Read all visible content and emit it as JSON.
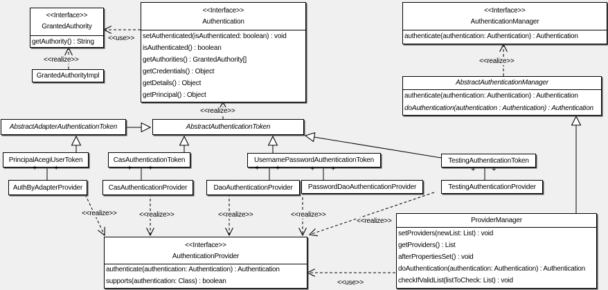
{
  "diagram": {
    "kind": "UML class diagram",
    "background_color": "#f0f0f0",
    "box_fill_color": "#ffffff",
    "line_color": "#000000"
  },
  "classes": {
    "granted_authority": {
      "stereotype": "<<Interface>>",
      "name": "GrantedAuthority",
      "methods": [
        "getAuthority() : String"
      ]
    },
    "granted_authority_impl": {
      "name": "GrantedAuthorityImpl"
    },
    "authentication": {
      "stereotype": "<<Interface>>",
      "name": "Authentication",
      "methods": [
        "setAuthenticated(isAuthenticated: boolean) : void",
        "isAuthenticated() : boolean",
        "getAuthorities() : GrantedAuthority[]",
        "getCredentials() : Object",
        "getDetails() : Object",
        "getPrincipal() : Object"
      ]
    },
    "authentication_manager": {
      "stereotype": "<<Interface>>",
      "name": "AuthenticationManager",
      "methods": [
        "authenticate(authentication: Authentication) : Authentication"
      ]
    },
    "abstract_authentication_manager": {
      "name": "AbstractAuthenticationManager",
      "abstract": true,
      "methods": [
        "authenticate(authentication: Authentication) : Authentication",
        "doAuthentication(authentication : Authentication) : Authentication"
      ]
    },
    "abstract_adapter_authentication_token": {
      "name": "AbstractAdapterAuthenticationToken",
      "abstract": true
    },
    "abstract_authentication_token": {
      "name": "AbstractAuthenticationToken",
      "abstract": true
    },
    "principal_acegi_user_token": {
      "name": "PrincipalAcegiUserToken"
    },
    "cas_authentication_token": {
      "name": "CasAuthenticationToken"
    },
    "username_password_authentication_token": {
      "name": "UsernamePasswordAuthenticationToken"
    },
    "testing_authentication_token": {
      "name": "TestingAuthenticationToken"
    },
    "auth_by_adapter_provider": {
      "name": "AuthByAdapterProvider"
    },
    "cas_authentication_provider": {
      "name": "CasAuthenticationProvider"
    },
    "dao_authentication_provider": {
      "name": "DaoAuthenticationProvider"
    },
    "password_dao_authentication_provider": {
      "name": "PasswordDaoAuthenticationProvider"
    },
    "testing_authentication_provider": {
      "name": "TestingAuthenticationProvider"
    },
    "authentication_provider": {
      "stereotype": "<<Interface>>",
      "name": "AuthenticationProvider",
      "methods": [
        "authenticate(authentication: Authentication) : Authentication",
        "supports(authentication: Class) : boolean"
      ]
    },
    "provider_manager": {
      "name": "ProviderManager",
      "methods": [
        "setProviders(newList: List) : void",
        "getProviders() : List",
        "afterPropertiesSet() : void",
        "doAuthentication(authentication: Authentication) : Authentication",
        "checkIfValidList(listToCheck: List) : void"
      ]
    }
  },
  "relations": [
    {
      "from": "Authentication",
      "to": "GrantedAuthority",
      "type": "use",
      "label": "<<use>>"
    },
    {
      "from": "GrantedAuthorityImpl",
      "to": "GrantedAuthority",
      "type": "realize",
      "label": "<<realize>>"
    },
    {
      "from": "AbstractAuthenticationToken",
      "to": "Authentication",
      "type": "realize",
      "label": "<<realize>>"
    },
    {
      "from": "AbstractAuthenticationManager",
      "to": "AuthenticationManager",
      "type": "realize",
      "label": "<<realize>>"
    },
    {
      "from": "AuthByAdapterProvider",
      "to": "AuthenticationProvider",
      "type": "realize",
      "label": "<<realize>>"
    },
    {
      "from": "CasAuthenticationProvider",
      "to": "AuthenticationProvider",
      "type": "realize",
      "label": "<<realize>>"
    },
    {
      "from": "DaoAuthenticationProvider",
      "to": "AuthenticationProvider",
      "type": "realize",
      "label": "<<realize>>"
    },
    {
      "from": "PasswordDaoAuthenticationProvider",
      "to": "AuthenticationProvider",
      "type": "realize",
      "label": "<<realize>>"
    },
    {
      "from": "TestingAuthenticationProvider",
      "to": "AuthenticationProvider",
      "type": "realize",
      "label": "<<realize>>"
    },
    {
      "from": "ProviderManager",
      "to": "AuthenticationProvider",
      "type": "use",
      "label": "<<use>>"
    },
    {
      "from": "AbstractAdapterAuthenticationToken",
      "to": "AbstractAuthenticationToken",
      "type": "generalize"
    },
    {
      "from": "PrincipalAcegiUserToken",
      "to": "AbstractAdapterAuthenticationToken",
      "type": "generalize"
    },
    {
      "from": "CasAuthenticationToken",
      "to": "AbstractAuthenticationToken",
      "type": "generalize"
    },
    {
      "from": "UsernamePasswordAuthenticationToken",
      "to": "AbstractAuthenticationToken",
      "type": "generalize"
    },
    {
      "from": "TestingAuthenticationToken",
      "to": "AbstractAuthenticationToken",
      "type": "generalize"
    },
    {
      "from": "ProviderManager",
      "to": "AbstractAuthenticationManager",
      "type": "generalize"
    },
    {
      "from": "PrincipalAcegiUserToken",
      "to": "AuthByAdapterProvider",
      "type": "association",
      "end_labels": [
        "+",
        "+"
      ]
    },
    {
      "from": "CasAuthenticationToken",
      "to": "CasAuthenticationProvider",
      "type": "association",
      "end_labels": [
        "+",
        "+"
      ]
    },
    {
      "from": "UsernamePasswordAuthenticationToken",
      "to": "DaoAuthenticationProvider",
      "type": "association",
      "end_labels": [
        "+",
        "+"
      ]
    },
    {
      "from": "UsernamePasswordAuthenticationToken",
      "to": "PasswordDaoAuthenticationProvider",
      "type": "association",
      "end_labels": [
        "+",
        "+"
      ]
    },
    {
      "from": "TestingAuthenticationToken",
      "to": "TestingAuthenticationProvider",
      "type": "association",
      "end_labels": [
        "+",
        "+"
      ]
    }
  ]
}
